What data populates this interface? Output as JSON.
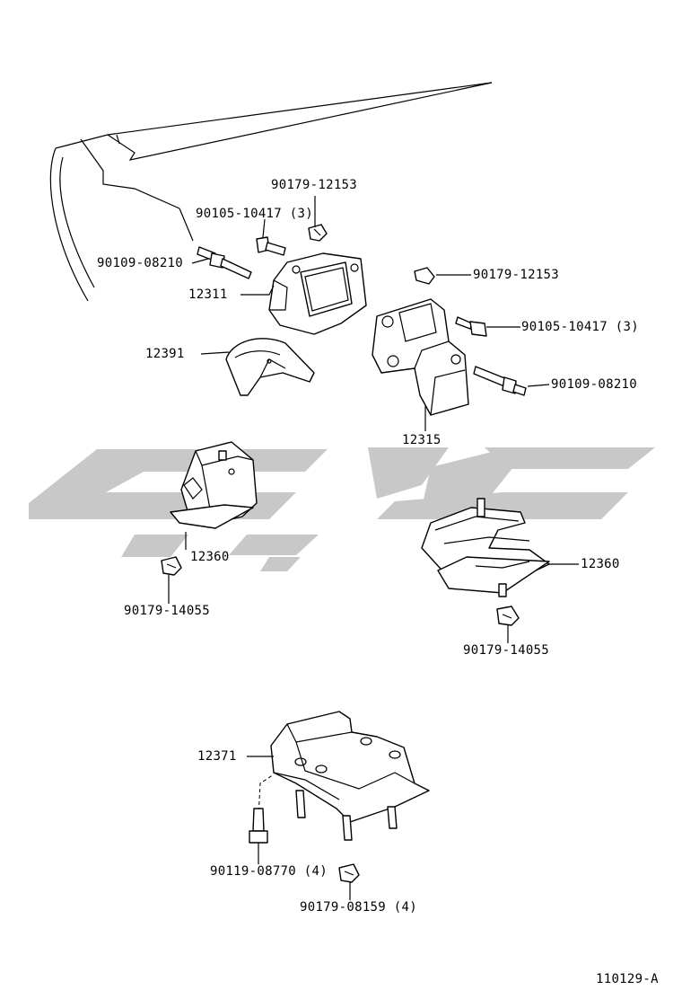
{
  "labels": {
    "n90179_12153_a": "90179-12153",
    "n90105_10417_a": "90105-10417 (3)",
    "n90109_08210_a": "90109-08210",
    "n12311": "12311",
    "n12391": "12391",
    "n90179_12153_b": "90179-12153",
    "n90105_10417_b": "90105-10417 (3)",
    "n90109_08210_b": "90109-08210",
    "n12315": "12315",
    "n12360_a": "12360",
    "n90179_14055_a": "90179-14055",
    "n12360_b": "12360",
    "n90179_14055_b": "90179-14055",
    "n12371": "12371",
    "n90119_08770": "90119-08770 (4)",
    "n90179_08159": "90179-08159 (4)"
  },
  "diagram_id": "110129-A",
  "colors": {
    "line": "#000000",
    "watermark": "#c8c8c8",
    "background": "#ffffff"
  }
}
